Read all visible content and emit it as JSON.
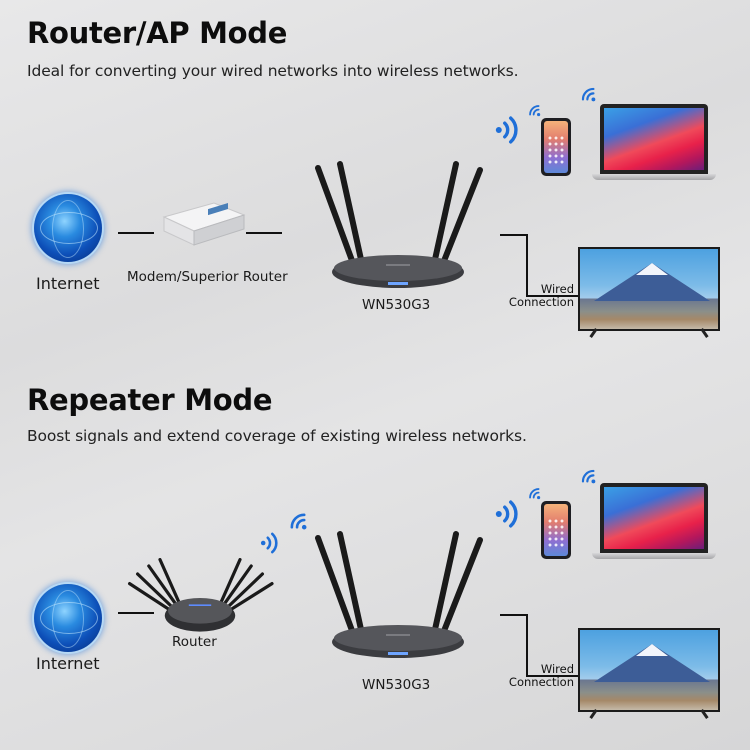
{
  "colors": {
    "background": "#dedede",
    "title_text": "#0d0d0d",
    "wifi_blue": "#1f6fd8",
    "connector_line": "#111111"
  },
  "router_ap_mode": {
    "title": "Router/AP Mode",
    "subtitle": "Ideal for converting your wired networks into wireless networks.",
    "nodes": {
      "internet": {
        "label": "Internet",
        "icon": "globe-icon"
      },
      "modem": {
        "label": "Modem/Superior Router",
        "icon": "modem-icon"
      },
      "router": {
        "label": "WN530G3",
        "icon": "router-icon"
      },
      "phone": {
        "icon": "smartphone-icon"
      },
      "laptop": {
        "icon": "laptop-icon"
      },
      "tv": {
        "icon": "tv-icon"
      }
    },
    "wired_label_line1": "Wired",
    "wired_label_line2": "Connection"
  },
  "repeater_mode": {
    "title": "Repeater Mode",
    "subtitle": "Boost signals and extend coverage of existing wireless networks.",
    "nodes": {
      "internet": {
        "label": "Internet",
        "icon": "globe-icon"
      },
      "main_router": {
        "label": "Router",
        "icon": "router-icon"
      },
      "router": {
        "label": "WN530G3",
        "icon": "router-icon"
      },
      "phone": {
        "icon": "smartphone-icon"
      },
      "laptop": {
        "icon": "laptop-icon"
      },
      "tv": {
        "icon": "tv-icon"
      }
    },
    "wired_label_line1": "Wired",
    "wired_label_line2": "Connection"
  }
}
